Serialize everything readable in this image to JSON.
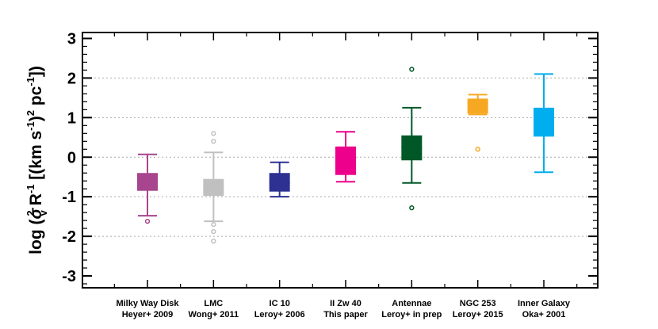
{
  "chart_data": {
    "type": "box",
    "ylabel": {
      "prefix": "log (",
      "sigma": "σ",
      "sigma_sup": "2",
      "sigma_sub": "v",
      "r": " R",
      "r_sup": "-1",
      "unit_open": " [(km s",
      "s_sup": "-1",
      "unit_mid": ")",
      "paren_sup": "2",
      "pc": " pc",
      "pc_sup": "-1",
      "suffix": "])"
    },
    "ylim": [
      -3.3,
      3.15
    ],
    "yticks": [
      -3,
      -2,
      -1,
      0,
      1,
      2,
      3
    ],
    "ytick_labels": [
      "-3",
      "-2",
      "-1",
      "0",
      "1",
      "2",
      "3"
    ],
    "grid_y": [
      -2,
      -1,
      0,
      1,
      2
    ],
    "grid": "dotted horizontal at integer values",
    "categories": [
      {
        "line1": "Milky Way Disk",
        "line2": "Heyer+ 2009"
      },
      {
        "line1": "LMC",
        "line2": "Wong+ 2011"
      },
      {
        "line1": "IC 10",
        "line2": "Leroy+ 2006"
      },
      {
        "line1": "II Zw 40",
        "line2": "This paper"
      },
      {
        "line1": "Antennae",
        "line2": "Leroy+ in prep"
      },
      {
        "line1": "NGC 253",
        "line2": "Leroy+ 2015"
      },
      {
        "line1": "Inner Galaxy",
        "line2": "Oka+ 2001"
      }
    ],
    "boxes": [
      {
        "color": "#a8458f",
        "whisker_low": -1.48,
        "q1": -0.85,
        "median": -0.62,
        "q3": -0.4,
        "whisker_high": 0.07,
        "outliers": [
          -1.62
        ]
      },
      {
        "color": "#c0c0c0",
        "whisker_low": -1.62,
        "q1": -0.98,
        "median": -0.72,
        "q3": -0.55,
        "whisker_high": 0.12,
        "outliers": [
          0.6,
          0.4,
          -1.7,
          -1.88,
          -2.12
        ]
      },
      {
        "color": "#2e3192",
        "whisker_low": -1.0,
        "q1": -0.87,
        "median": -0.65,
        "q3": -0.4,
        "whisker_high": -0.13,
        "outliers": []
      },
      {
        "color": "#ec008c",
        "whisker_low": -0.62,
        "q1": -0.45,
        "median": -0.15,
        "q3": 0.27,
        "whisker_high": 0.64,
        "outliers": []
      },
      {
        "color": "#005826",
        "whisker_low": -0.65,
        "q1": -0.08,
        "median": 0.25,
        "q3": 0.55,
        "whisker_high": 1.25,
        "outliers": [
          2.22,
          -1.28
        ]
      },
      {
        "color": "#f7a823",
        "whisker_low": 1.08,
        "q1": 1.1,
        "median": 1.35,
        "q3": 1.48,
        "whisker_high": 1.58,
        "outliers": [
          0.2
        ]
      },
      {
        "color": "#00aeef",
        "whisker_low": -0.38,
        "q1": 0.52,
        "median": 0.9,
        "q3": 1.25,
        "whisker_high": 2.1,
        "outliers": []
      }
    ]
  }
}
